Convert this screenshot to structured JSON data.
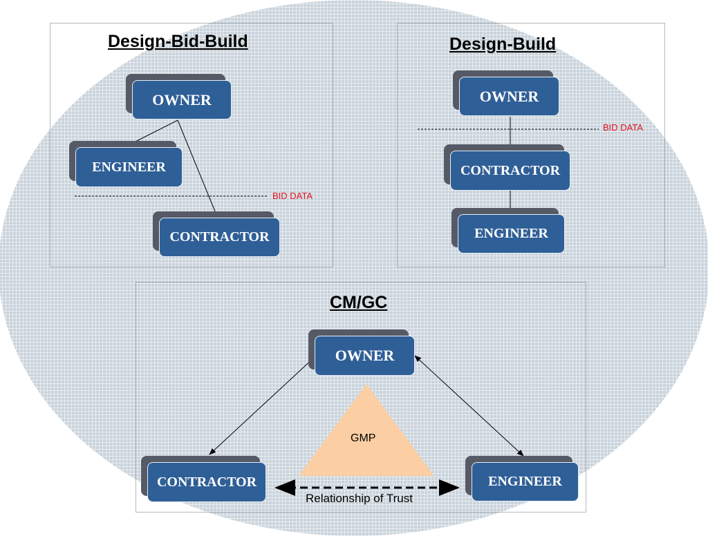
{
  "design_bid_build": {
    "title": "Design-Bid-Build",
    "owner": "OWNER",
    "engineer": "ENGINEER",
    "contractor": "CONTRACTOR",
    "bid_data": "BID DATA"
  },
  "design_build": {
    "title": "Design-Build",
    "owner": "OWNER",
    "contractor": "CONTRACTOR",
    "engineer": "ENGINEER",
    "bid_data": "BID DATA"
  },
  "cm_gc": {
    "title": "CM/GC",
    "owner": "OWNER",
    "contractor": "CONTRACTOR",
    "engineer": "ENGINEER",
    "gmp": "GMP",
    "relationship": "Relationship of Trust"
  },
  "colors": {
    "box_fill": "#2f5f97",
    "box_shadow": "#555a66",
    "bid_data": "#e0141e",
    "gmp_triangle": "#fbcfa3",
    "background": "#c9d3db"
  }
}
